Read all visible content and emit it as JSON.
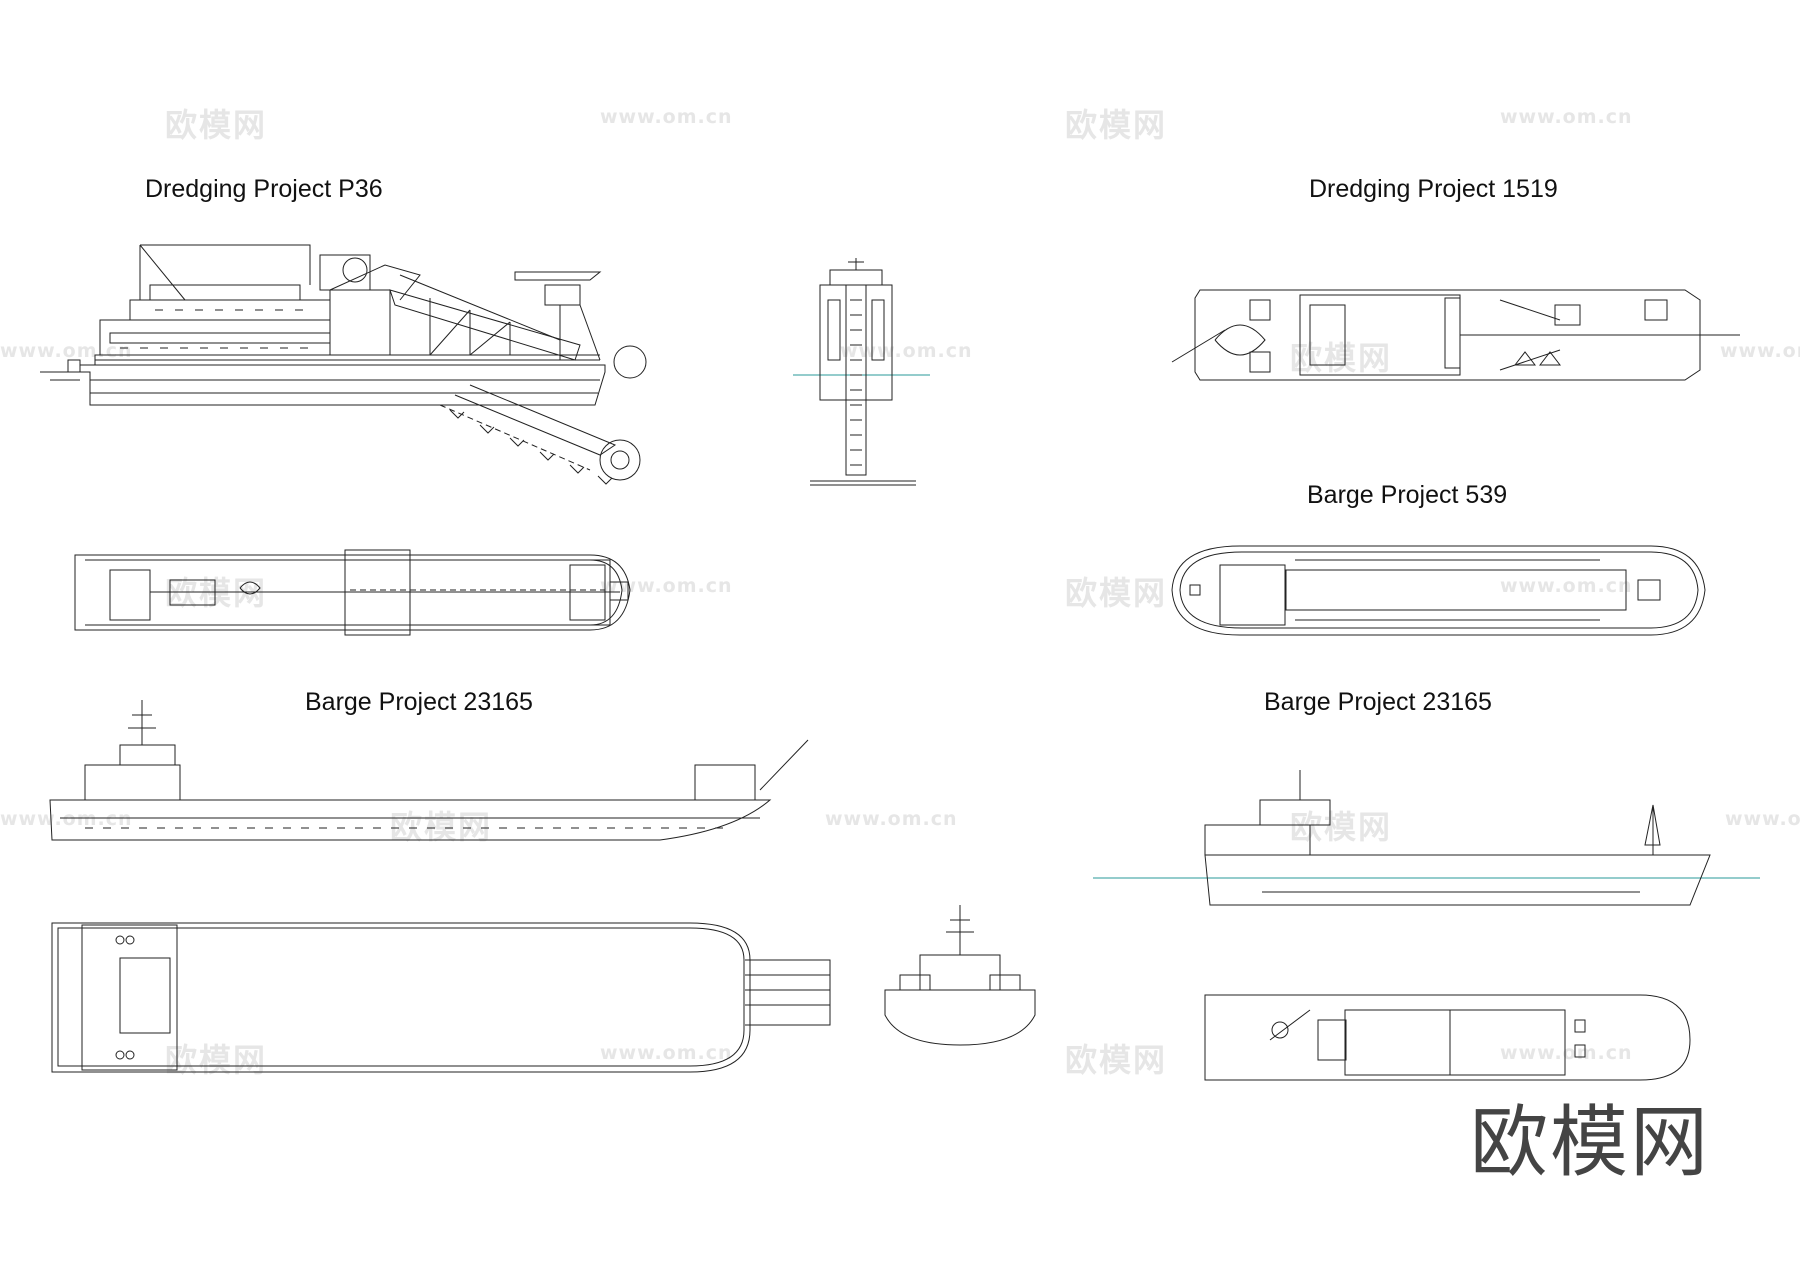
{
  "titles": {
    "dredging_p36": "Dredging Project P36",
    "dredging_1519": "Dredging Project 1519",
    "barge_539": "Barge Project 539",
    "barge_23165_left": "Barge Project 23165",
    "barge_23165_right": "Barge Project 23165"
  },
  "watermark": {
    "brand_text": "欧模网",
    "url_text": "www.om.cn"
  },
  "colors": {
    "line": "#222222",
    "waterline": "#2a9a9a",
    "watermark": "#e6e6e6"
  }
}
